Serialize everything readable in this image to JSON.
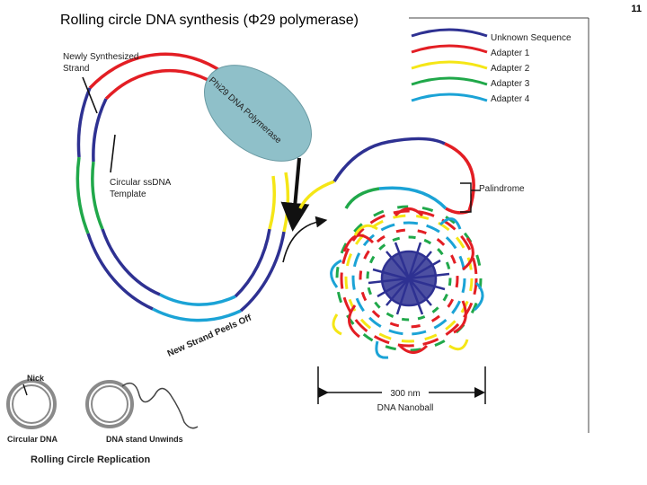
{
  "slide": {
    "title": "Rolling circle DNA synthesis (Φ29 polymerase)",
    "number": "11"
  },
  "legend": [
    {
      "label": "Unknown Sequence",
      "color": "#2e3192"
    },
    {
      "label": "Adapter 1",
      "color": "#e31e24"
    },
    {
      "label": "Adapter 2",
      "color": "#f5e616"
    },
    {
      "label": "Adapter 3",
      "color": "#20a84a"
    },
    {
      "label": "Adapter 4",
      "color": "#1ba3d6"
    }
  ],
  "diagram": {
    "newly_synthesized_line1": "Newly Synthesized",
    "newly_synthesized_line2": "Strand",
    "template_line1": "Circular ssDNA",
    "template_line2": "Template",
    "polymerase_line1": "Phi29 DNA Polymerase",
    "peels_off": "New Strand Peels Off",
    "palindrome": "Palindrome",
    "scale_value": "300 nm",
    "nanoball": "DNA Nanoball"
  },
  "inset": {
    "nick": "Nick",
    "circular_dna": "Circular DNA",
    "unwinds": "DNA stand Unwinds",
    "title": "Rolling Circle Replication"
  },
  "colors": {
    "blue": "#2e3192",
    "red": "#e31e24",
    "yellow": "#f5e616",
    "green": "#20a84a",
    "cyan": "#1ba3d6",
    "polymerase": "#8fc0c9"
  }
}
